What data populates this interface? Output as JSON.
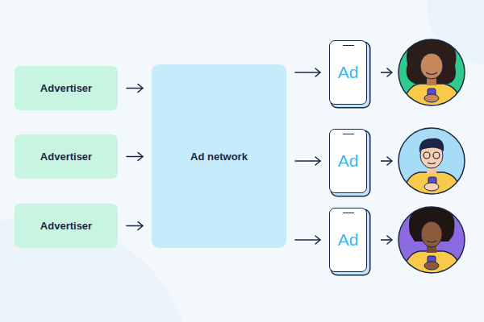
{
  "diagram": {
    "nodes": [
      {
        "text": [
          "Advertiser"
        ]
      },
      {
        "text": [
          "Advertiser"
        ]
      },
      {
        "text": [
          "Advertiser"
        ]
      },
      {
        "text": [
          "Ad network"
        ]
      },
      {
        "text": [
          "Ad"
        ]
      },
      {
        "text": [
          "Ad"
        ]
      },
      {
        "text": [
          "Ad"
        ]
      }
    ],
    "edges": [
      {
        "from": 0,
        "to": 3,
        "arrow": "to"
      },
      {
        "from": 1,
        "to": 3,
        "arrow": "to"
      },
      {
        "from": 2,
        "to": 3,
        "arrow": "to"
      },
      {
        "from": 3,
        "to": 4,
        "arrow": "to"
      },
      {
        "from": 3,
        "to": 5,
        "arrow": "to"
      },
      {
        "from": 3,
        "to": 6,
        "arrow": "to"
      }
    ]
  }
}
